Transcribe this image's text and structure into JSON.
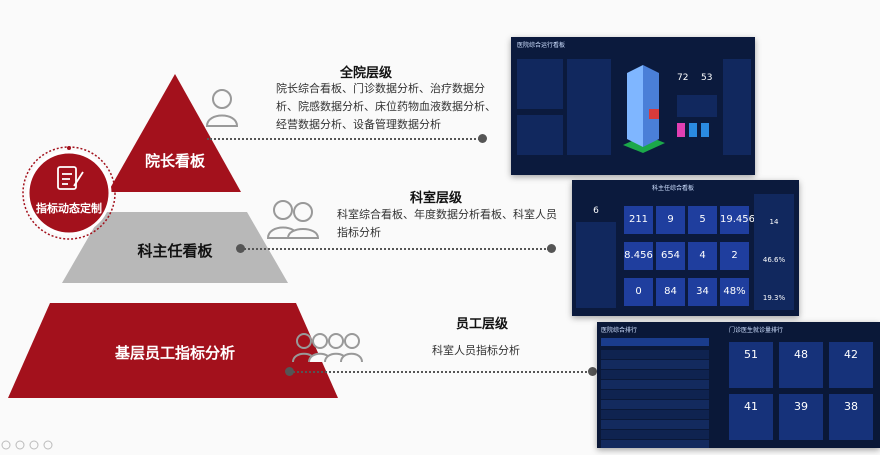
{
  "hospital_level": {
    "title": "全院层级",
    "desc": "院长综合看板、门诊数据分析、治疗数据分析、院感数据分析、床位药物血液数据分析、经营数据分析、设备管理数据分析"
  },
  "department_level": {
    "title": "科室层级",
    "desc": "科室综合看板、年度数据分析看板、科室人员指标分析"
  },
  "staff_level": {
    "title": "员工层级",
    "desc": "科室人员指标分析"
  },
  "pyramid": {
    "top": "院长看板",
    "middle": "科主任看板",
    "bottom": "基层员工指标分析"
  },
  "badge": {
    "label": "指标动态定制"
  },
  "dashboard1": {
    "title": "医院综合运行看板",
    "gauge1": "72",
    "gauge2": "53"
  },
  "dashboard2": {
    "title": "科主任综合看板",
    "side_left": "6",
    "metrics": [
      "211",
      "9",
      "5",
      "19.456",
      "8.456",
      "654",
      "4",
      "2",
      "0",
      "84",
      "34",
      "48%"
    ],
    "rings": [
      "14",
      "46.6%",
      "19.3%"
    ]
  },
  "dashboard3": {
    "title": "门诊医生就诊量排行",
    "left_title": "医院综合排行",
    "cards": [
      "51",
      "48",
      "42",
      "41",
      "39",
      "38"
    ]
  },
  "colors": {
    "dark_red": "#a3111c",
    "gray": "#b8b8b8",
    "dashboard_bg": "#0b1a3d",
    "tile_blue": "#1f3e9e"
  }
}
